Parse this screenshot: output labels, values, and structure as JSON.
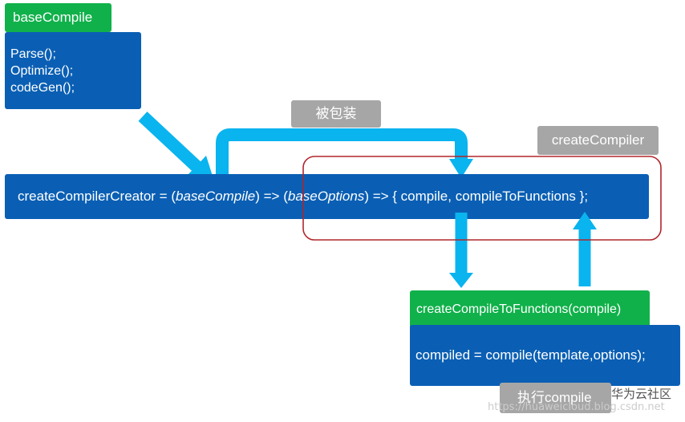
{
  "base_compile": {
    "title": "baseCompile",
    "lines": [
      "Parse();",
      "Optimize();",
      "codeGen();"
    ]
  },
  "main_expression": {
    "prefix": "createCompilerCreator = (",
    "param1": "baseCompile",
    "middle": ") => (",
    "param2": "baseOptions",
    "suffix": ") => { compile, compileToFunctions };"
  },
  "labels": {
    "wrapped": "被包装",
    "create_compiler": "createCompiler",
    "execute_compile": "执行compile"
  },
  "compile_to_functions": {
    "title": "createCompileToFunctions(compile)",
    "body": "compiled = compile(template,options);"
  },
  "watermark": {
    "brand": "华为云社区",
    "url": "https://huaweicloud.blog.csdn.net"
  },
  "colors": {
    "green": "#10b14a",
    "blue": "#0a5fb4",
    "arrow": "#0ab4ef",
    "gray": "#a6a6a6",
    "highlight_border": "#b0262c"
  }
}
